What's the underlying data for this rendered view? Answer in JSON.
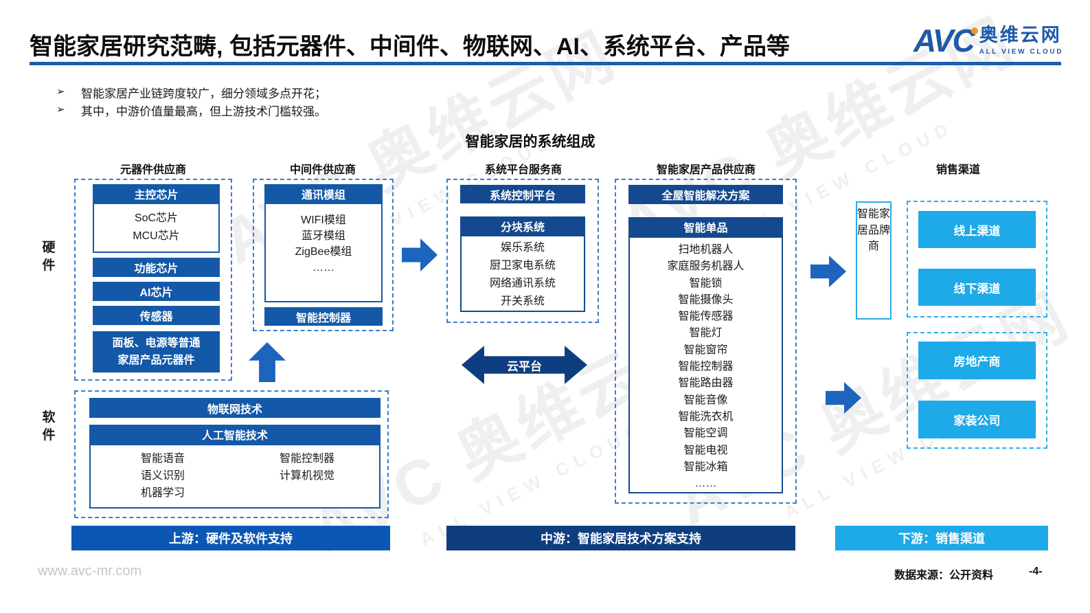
{
  "slide": {
    "title": "智能家居研究范畴, 包括元器件、中间件、物联网、AI、系统平台、产品等",
    "bullet_marker": "➢",
    "bullets": [
      "智能家居产业链跨度较广，细分领域多点开花；",
      "其中，中游价值量最高，但上游技术门槛较强。"
    ],
    "footer": {
      "website": "www.avc-mr.com",
      "source": "数据来源：公开资料",
      "page": "-4-"
    }
  },
  "logo": {
    "wordmark": "AVC",
    "name": "奥维云网",
    "tagline": "ALL VIEW CLOUD"
  },
  "watermark": {
    "line1": "AVC 奥维云网",
    "line2": "ALL VIEW CLOUD"
  },
  "diagram": {
    "title": "智能家居的系统组成",
    "hardware_label": "硬件",
    "software_label": "软件",
    "headers": {
      "components": "元器件供应商",
      "middleware": "中间件供应商",
      "platform": "系统平台服务商",
      "products": "智能家居产品供应商",
      "channels": "销售渠道"
    },
    "components": {
      "main_chip": {
        "title": "主控芯片",
        "items": [
          "SoC芯片",
          "MCU芯片"
        ]
      },
      "function_chip": "功能芯片",
      "ai_chip": "AI芯片",
      "sensor": "传感器",
      "panel": [
        "面板、电源等普通",
        "家居产品元器件"
      ]
    },
    "middleware": {
      "comm_module": {
        "title": "通讯模组",
        "items": [
          "WIFI模组",
          "蓝牙模组",
          "ZigBee模组",
          "……"
        ]
      },
      "smart_controller": "智能控制器"
    },
    "software": {
      "iot": "物联网技术",
      "ai": {
        "title": "人工智能技术",
        "left_items": [
          "智能语音",
          "语义识别",
          "机器学习"
        ],
        "right_items": [
          "智能控制器",
          "计算机视觉"
        ]
      }
    },
    "platform": {
      "control_platform": "系统控制平台",
      "subsystems": {
        "title": "分块系统",
        "items": [
          "娱乐系统",
          "厨卫家电系统",
          "网络通讯系统",
          "开关系统"
        ]
      },
      "cloud": "云平台"
    },
    "products": {
      "whole_house": "全屋智能解决方案",
      "single_products": {
        "title": "智能单品",
        "items": [
          "扫地机器人",
          "家庭服务机器人",
          "智能锁",
          "智能摄像头",
          "智能传感器",
          "智能灯",
          "智能窗帘",
          "智能控制器",
          "智能路由器",
          "智能音像",
          "智能洗衣机",
          "智能空调",
          "智能电视",
          "智能冰箱",
          "……"
        ]
      }
    },
    "brand": "智能家居品牌商",
    "channels": {
      "online": "线上渠道",
      "offline": "线下渠道",
      "real_estate": "房地产商",
      "decoration": "家装公司"
    },
    "bottom_bars": {
      "upstream": "上游：硬件及软件支持",
      "midstream": "中游：智能家居技术方案支持",
      "downstream": "下游：销售渠道"
    }
  },
  "colors": {
    "bar_blue": "#1459A8",
    "bar_navy": "#15498F",
    "deep_navy": "#0E3E80",
    "bright_blue": "#0A58B4",
    "cyan": "#1EA9E8",
    "dash_blue": "#3B7CC9",
    "dash_cyan": "#2AACE8",
    "title_underline": "#1B5EAB",
    "logo_orange": "#F7941D"
  }
}
